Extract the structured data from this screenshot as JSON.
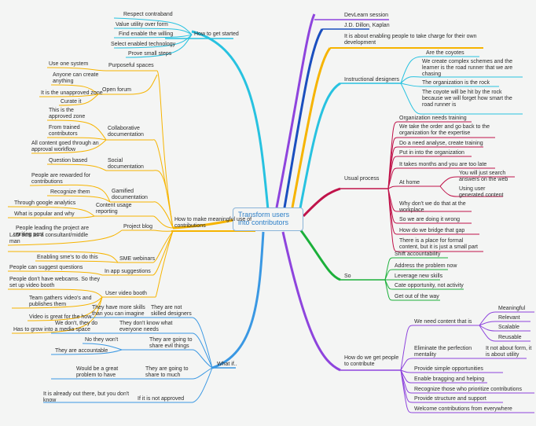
{
  "center": "Transform users into contributors",
  "colors": {
    "cyan": "#27c2e0",
    "orange": "#f6b400",
    "purple": "#8e44dd",
    "blue": "#3a98e3",
    "crimson": "#c0134a",
    "green": "#1bb03a"
  },
  "left": {
    "get_started": {
      "title": "How to get started",
      "items": [
        "Respect contraband",
        "Value utility over form",
        "Find enable the willing",
        "Select enabled technology",
        "Prove small steps"
      ]
    },
    "meaningful": {
      "title": "How to make meaningful use of contributions",
      "purposeful": {
        "title": "Purposeful spaces",
        "items": [
          "Use one system"
        ]
      },
      "open_forum": {
        "title": "Open forum",
        "items": [
          "Anyone can create anything",
          "It is the unapproved zone",
          "Curate it"
        ]
      },
      "collab": {
        "title": "Collaborative documentation",
        "items": [
          "This is the approved zone",
          "From trained contributors",
          "All content goed through an approval workflow"
        ]
      },
      "social": {
        "title": "Social documentation",
        "items": [
          "Question based"
        ]
      },
      "gamified": {
        "title": "Gamified documentation",
        "items": [
          "People are rewarded for contributions",
          "Recognize them"
        ]
      },
      "usage": {
        "title": "Content usage reporting",
        "items": [
          "Through google analytics",
          "What is popular and why"
        ]
      },
      "blog": {
        "title": "Project blog",
        "items": [
          "People leading the project are writing post"
        ]
      },
      "sme": {
        "title": "SME webinars",
        "items": [
          "L&D acts as a consultant/middle man",
          "Enabling sme's to do this"
        ]
      },
      "inapp": {
        "title": "In app suggestions",
        "items": [
          "People can suggest questions"
        ]
      },
      "video": {
        "title": "User video booth",
        "items": [
          "People don't have webcams. So they set up video booth",
          "Team gathers video's and publishes them",
          "Video is great for the how",
          "Has to grow into a media space"
        ]
      }
    },
    "whatif": {
      "title": "What if..",
      "a": {
        "title": "They are not skilled designers",
        "items": [
          "They have more skills than you can imagine"
        ]
      },
      "b": {
        "title": "They don't know what everyone needs",
        "items": [
          "We don't, they do"
        ]
      },
      "c": {
        "title": "They are going to share evil things",
        "items": [
          "No they won't",
          "They are accountable"
        ]
      },
      "d": {
        "title": "They are going to share to much",
        "items": [
          "Would be a great problem to have"
        ]
      },
      "e": {
        "title": "If it is not approved",
        "items": [
          "It is already out there, but you don't know"
        ]
      }
    }
  },
  "right": {
    "devlearn": "DevLearn session",
    "authors": "J.D. Dillon, Kaplan",
    "about": "It is about enabling people to take charge for their own development",
    "instr": {
      "title": "Instructional designers",
      "items": [
        "Are the coyotes",
        "We create complex schemes and the learner is the road runner that we are chasing",
        "The organization is the rock",
        "The coyote will be hit by the rock because we will forget how smart the road runner is"
      ]
    },
    "usual": {
      "title": "Usual process",
      "items": [
        "Organization needs training",
        "We take the order and go back to the organization for the expertise",
        "Do a need analyse, create training",
        "Put in into the organization",
        "It takes months and you are too late"
      ],
      "home": {
        "title": "At home",
        "items": [
          "You will just search answers on the web",
          "Using user generated content"
        ]
      },
      "rest": [
        "Why don't we do that at the workplace",
        "So we are doing it wrong",
        "How do we bridge that gap",
        "There is a place for formal content, but it is just a small part"
      ]
    },
    "so": {
      "title": "So",
      "items": [
        "Shift accountability",
        "Address the problem now",
        "Leverage new skills",
        "Cate opportunity, not activity",
        "Get out of the way"
      ]
    },
    "how": {
      "title": "How do we get people to contribute",
      "need": {
        "title": "We need content that is",
        "items": [
          "Meaningful",
          "Relevant",
          "Scalable",
          "Reusable"
        ]
      },
      "elim": {
        "title": "Eliminate the perfection mentality",
        "items": [
          "It not about form, it is about utility"
        ]
      },
      "rest": [
        "Provide simple opportunities",
        "Enable bragging and helping",
        "Recognize those who prioritize contributions",
        "Provide structure and support",
        "Welcome contributions from everywhere"
      ]
    }
  }
}
